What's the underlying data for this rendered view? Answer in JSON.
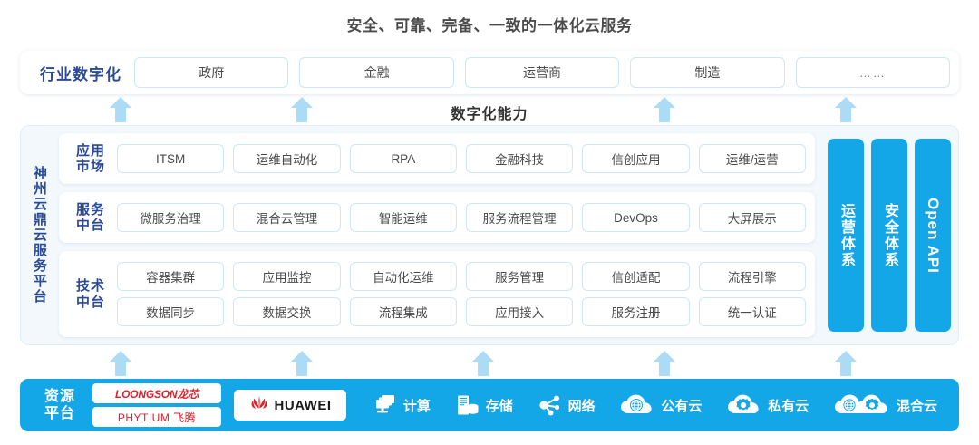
{
  "title": "安全、可靠、完备、一致的一体化云服务",
  "industry": {
    "label": "行业数字化",
    "items": [
      {
        "label": "政府"
      },
      {
        "label": "金融"
      },
      {
        "label": "运营商"
      },
      {
        "label": "制造"
      },
      {
        "label": "……"
      }
    ]
  },
  "capability_label": "数字化能力",
  "platform": {
    "label": "神州云鼎云服务平台",
    "tiers": [
      {
        "label": "应用\n市场",
        "label_line1": "应用",
        "label_line2": "市场",
        "rows": [
          [
            "ITSM",
            "运维自动化",
            "RPA",
            "金融科技",
            "信创应用",
            "运维/运营"
          ]
        ]
      },
      {
        "label_line1": "服务",
        "label_line2": "中台",
        "rows": [
          [
            "微服务治理",
            "混合云管理",
            "智能运维",
            "服务流程管理",
            "DevOps",
            "大屏展示"
          ]
        ]
      },
      {
        "label_line1": "技术",
        "label_line2": "中台",
        "rows": [
          [
            "容器集群",
            "应用监控",
            "自动化运维",
            "服务管理",
            "信创适配",
            "流程引擎"
          ],
          [
            "数据同步",
            "数据交换",
            "流程集成",
            "应用接入",
            "服务注册",
            "统一认证"
          ]
        ]
      }
    ],
    "vertical_bars": [
      {
        "label": "运营体系",
        "name": "operations-system"
      },
      {
        "label": "安全体系",
        "name": "security-system"
      },
      {
        "label": "Open API",
        "name": "open-api"
      }
    ]
  },
  "resource": {
    "label_line1": "资源",
    "label_line2": "平台",
    "logos": [
      {
        "name": "loongson-logo",
        "text": "LOONGSON龙芯"
      },
      {
        "name": "phytium-logo",
        "text": "PHYTIUM 飞腾"
      },
      {
        "name": "huawei-logo",
        "text": "HUAWEI"
      }
    ],
    "items": [
      {
        "label": "计算",
        "icon": "compute-icon"
      },
      {
        "label": "存储",
        "icon": "storage-icon"
      },
      {
        "label": "网络",
        "icon": "network-icon"
      },
      {
        "label": "公有云",
        "icon": "public-cloud-icon"
      },
      {
        "label": "私有云",
        "icon": "private-cloud-icon"
      },
      {
        "label": "混合云",
        "icon": "hybrid-cloud-icon"
      }
    ]
  },
  "colors": {
    "accent_blue": "#14a7e8",
    "arrow_blue": "#ACDCF5",
    "label_navy": "#2b4b96",
    "panel_bg": "#f2f8fc",
    "chip_border": "#cfe6f7",
    "logo_red": "#d9232d"
  }
}
